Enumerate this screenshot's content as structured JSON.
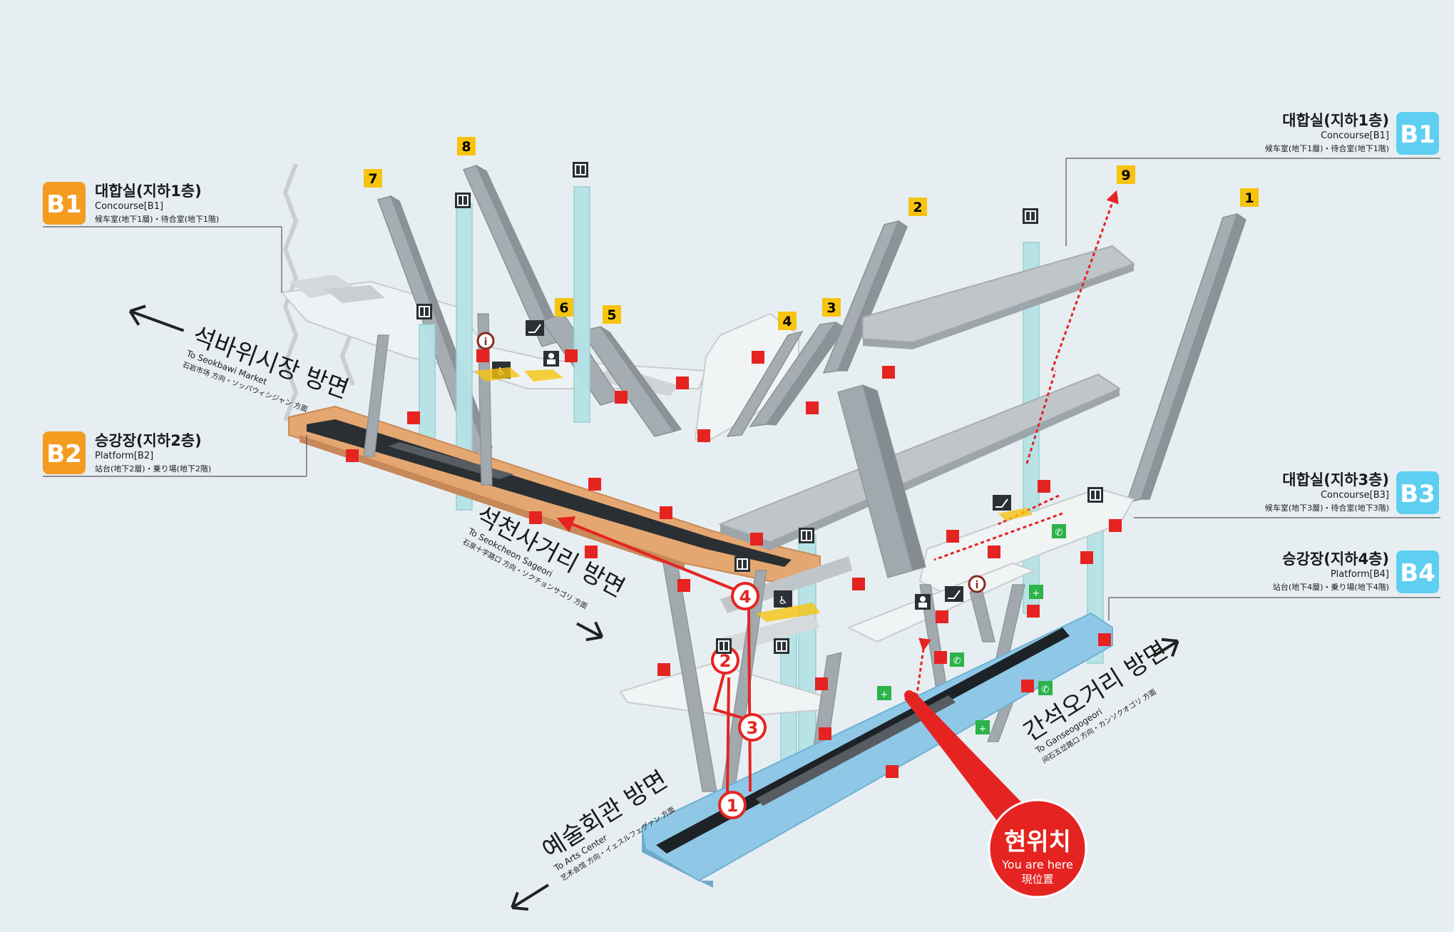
{
  "levels": {
    "b1_left": {
      "code": "B1",
      "kr": "대합실(지하1층)",
      "en": "Concourse[B1]",
      "jp": "候车室(地下1層)・待合室(地下1階)",
      "color": "#f39c20"
    },
    "b2_left": {
      "code": "B2",
      "kr": "승강장(지하2층)",
      "en": "Platform[B2]",
      "jp": "站台(地下2層)・乗り場(地下2階)",
      "color": "#f39c20"
    },
    "b1_right": {
      "code": "B1",
      "kr": "대합실(지하1층)",
      "en": "Concourse[B1]",
      "jp": "候车室(地下1層)・待合室(地下1階)",
      "color": "#5ecff0"
    },
    "b3_right": {
      "code": "B3",
      "kr": "대합실(지하3층)",
      "en": "Concourse[B3]",
      "jp": "候车室(地下3層)・待合室(地下3階)",
      "color": "#5ecff0"
    },
    "b4_right": {
      "code": "B4",
      "kr": "승강장(지하4층)",
      "en": "Platform[B4]",
      "jp": "站台(地下4層)・乗り場(地下4階)",
      "color": "#5ecff0"
    }
  },
  "directions": {
    "seokbawi": {
      "kr": "석바위시장 방면",
      "en": "To Seokbawi Market",
      "jp": "石岩市场 方向・ソッパウィシジャン 方面"
    },
    "seokcheon": {
      "kr": "석천사거리 방면",
      "en": "To Seokcheon Sageori",
      "jp": "石泉十字路口 方向・ソクチョンサゴリ 方面"
    },
    "arts": {
      "kr": "예술회관 방면",
      "en": "To Arts Center",
      "jp": "艺术会馆 方向・イェスルフェグァン 方面"
    },
    "ganseok": {
      "kr": "간석오거리 방면",
      "en": "To Ganseogogeori",
      "jp": "间石五岔路口 方向・カンソクオゴリ 方面"
    }
  },
  "exits": [
    "1",
    "2",
    "3",
    "4",
    "5",
    "6",
    "7",
    "8",
    "9"
  ],
  "route_steps": [
    "1",
    "2",
    "3",
    "4"
  ],
  "you_are_here": {
    "kr": "현위치",
    "en": "You are here",
    "jp": "現位置"
  },
  "colors": {
    "orange": "#f39c20",
    "cyan": "#5ecff0",
    "exit_yellow": "#f6c40f",
    "route_red": "#e52421",
    "platform_orange": "#e5a771",
    "platform_blue": "#8fc8e7",
    "structure_gray": "#b9bfc4",
    "glass": "#b6e3e6"
  },
  "icons": [
    "elevator-icon",
    "escalator-icon",
    "toilet-icon",
    "info-icon",
    "fire-extinguisher-icon",
    "emergency-phone-icon",
    "aed-icon",
    "disabled-toilet-icon",
    "nursing-room-icon"
  ]
}
